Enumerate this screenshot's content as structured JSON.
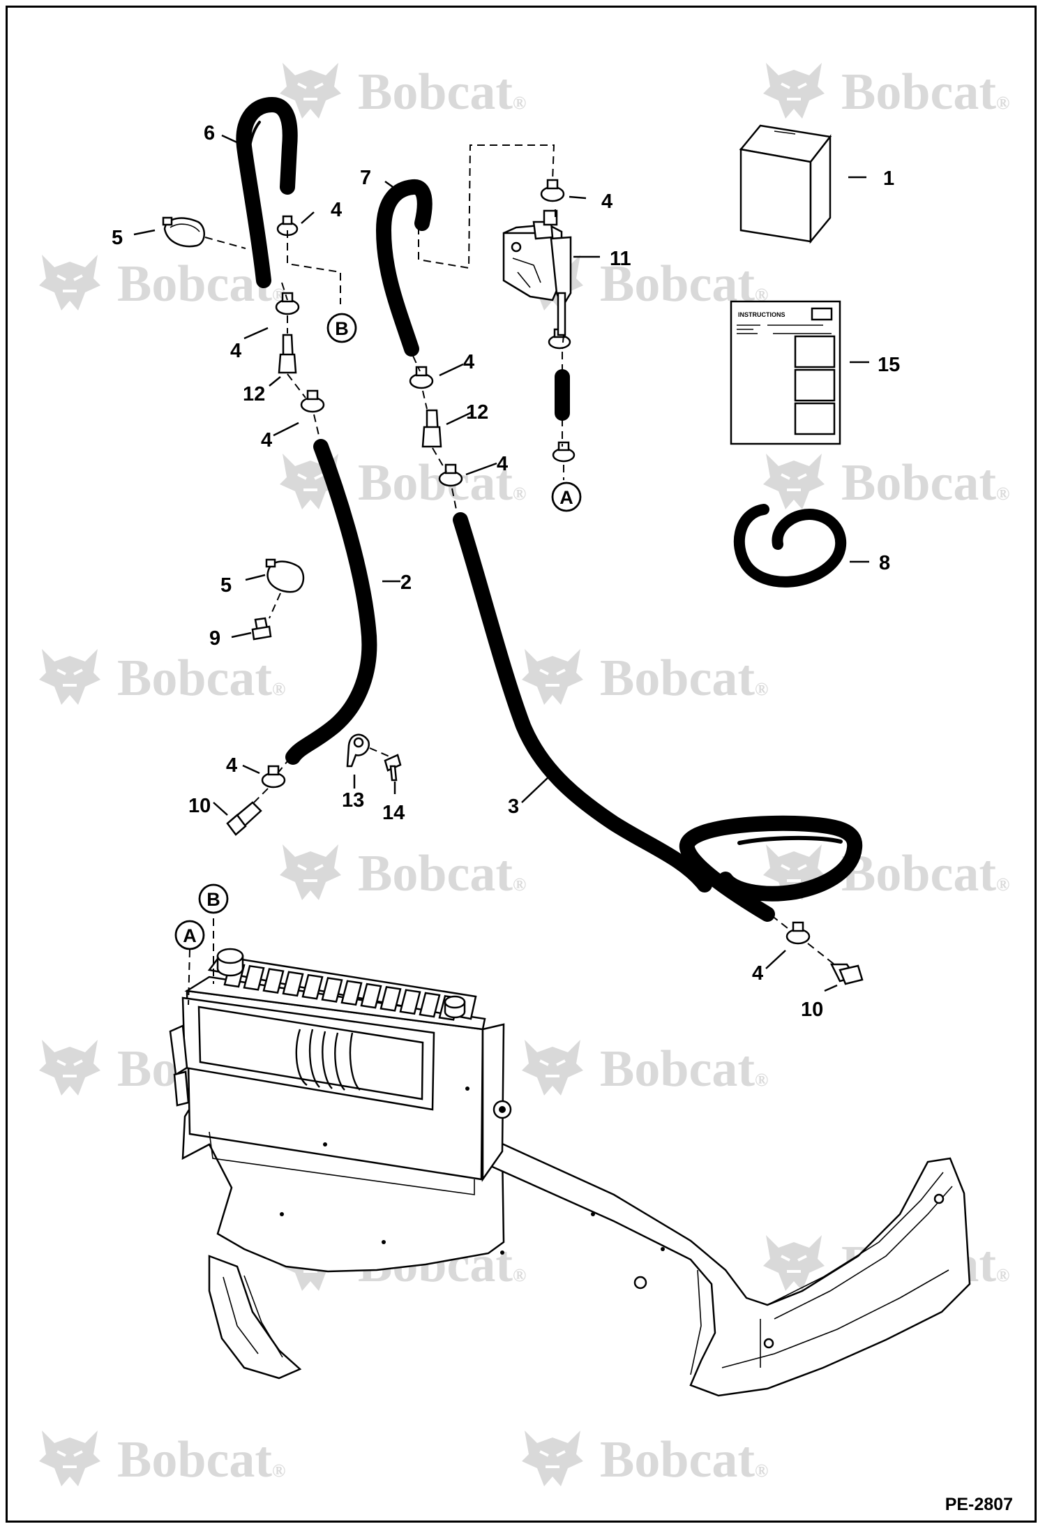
{
  "diagram": {
    "reference_code": "PE-2807",
    "watermark": {
      "text": "Bobcat",
      "mark": "®"
    },
    "circle_labels": [
      {
        "id": "A",
        "label": "A"
      },
      {
        "id": "B",
        "label": "B"
      }
    ],
    "callouts": [
      {
        "id": "c1",
        "label": "1"
      },
      {
        "id": "c2",
        "label": "2"
      },
      {
        "id": "c3",
        "label": "3"
      },
      {
        "id": "c4a",
        "label": "4"
      },
      {
        "id": "c4b",
        "label": "4"
      },
      {
        "id": "c4c",
        "label": "4"
      },
      {
        "id": "c4d",
        "label": "4"
      },
      {
        "id": "c4e",
        "label": "4"
      },
      {
        "id": "c4f",
        "label": "4"
      },
      {
        "id": "c4g",
        "label": "4"
      },
      {
        "id": "c4h",
        "label": "4"
      },
      {
        "id": "c5a",
        "label": "5"
      },
      {
        "id": "c5b",
        "label": "5"
      },
      {
        "id": "c6",
        "label": "6"
      },
      {
        "id": "c7",
        "label": "7"
      },
      {
        "id": "c8",
        "label": "8"
      },
      {
        "id": "c9",
        "label": "9"
      },
      {
        "id": "c10a",
        "label": "10"
      },
      {
        "id": "c10b",
        "label": "10"
      },
      {
        "id": "c11",
        "label": "11"
      },
      {
        "id": "c12a",
        "label": "12"
      },
      {
        "id": "c12b",
        "label": "12"
      },
      {
        "id": "c13",
        "label": "13"
      },
      {
        "id": "c14",
        "label": "14"
      },
      {
        "id": "c15",
        "label": "15"
      }
    ],
    "instruction_sheet_title": "INSTRUCTIONS",
    "icons": [
      "bobcat-logo-icon",
      "hose-icon",
      "hose-clamp-icon",
      "fitting-icon",
      "valve-icon",
      "kit-box-icon",
      "manual-icon",
      "heater-core-icon"
    ]
  }
}
